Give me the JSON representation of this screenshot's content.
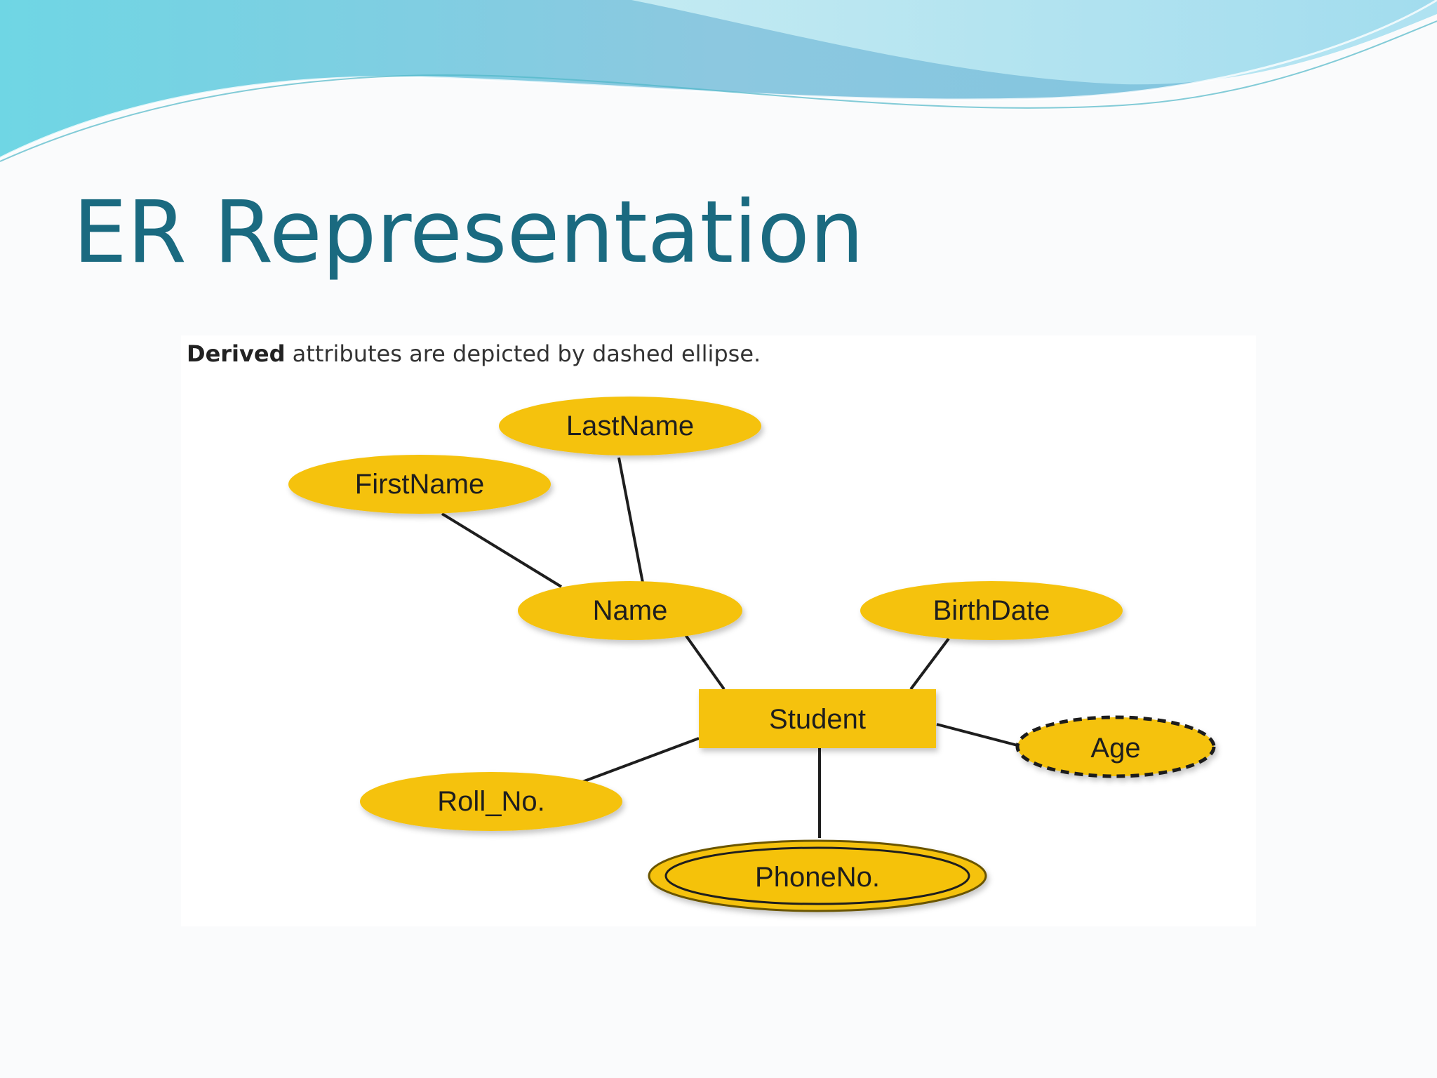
{
  "slide": {
    "title": "ER Representation"
  },
  "figure": {
    "caption_bold": "Derived",
    "caption_rest": " attributes are depicted by dashed ellipse."
  },
  "diagram": {
    "entity": "Student",
    "attributes": {
      "last_name": "LastName",
      "first_name": "FirstName",
      "name": "Name",
      "birth_date": "BirthDate",
      "age": "Age",
      "roll_no": "Roll_No.",
      "phone_no": "PhoneNo."
    },
    "colors": {
      "shape_fill": "#f5c20a",
      "line": "#1e1e1e",
      "title": "#1a6a80",
      "wave": "#8fd8e6"
    }
  }
}
